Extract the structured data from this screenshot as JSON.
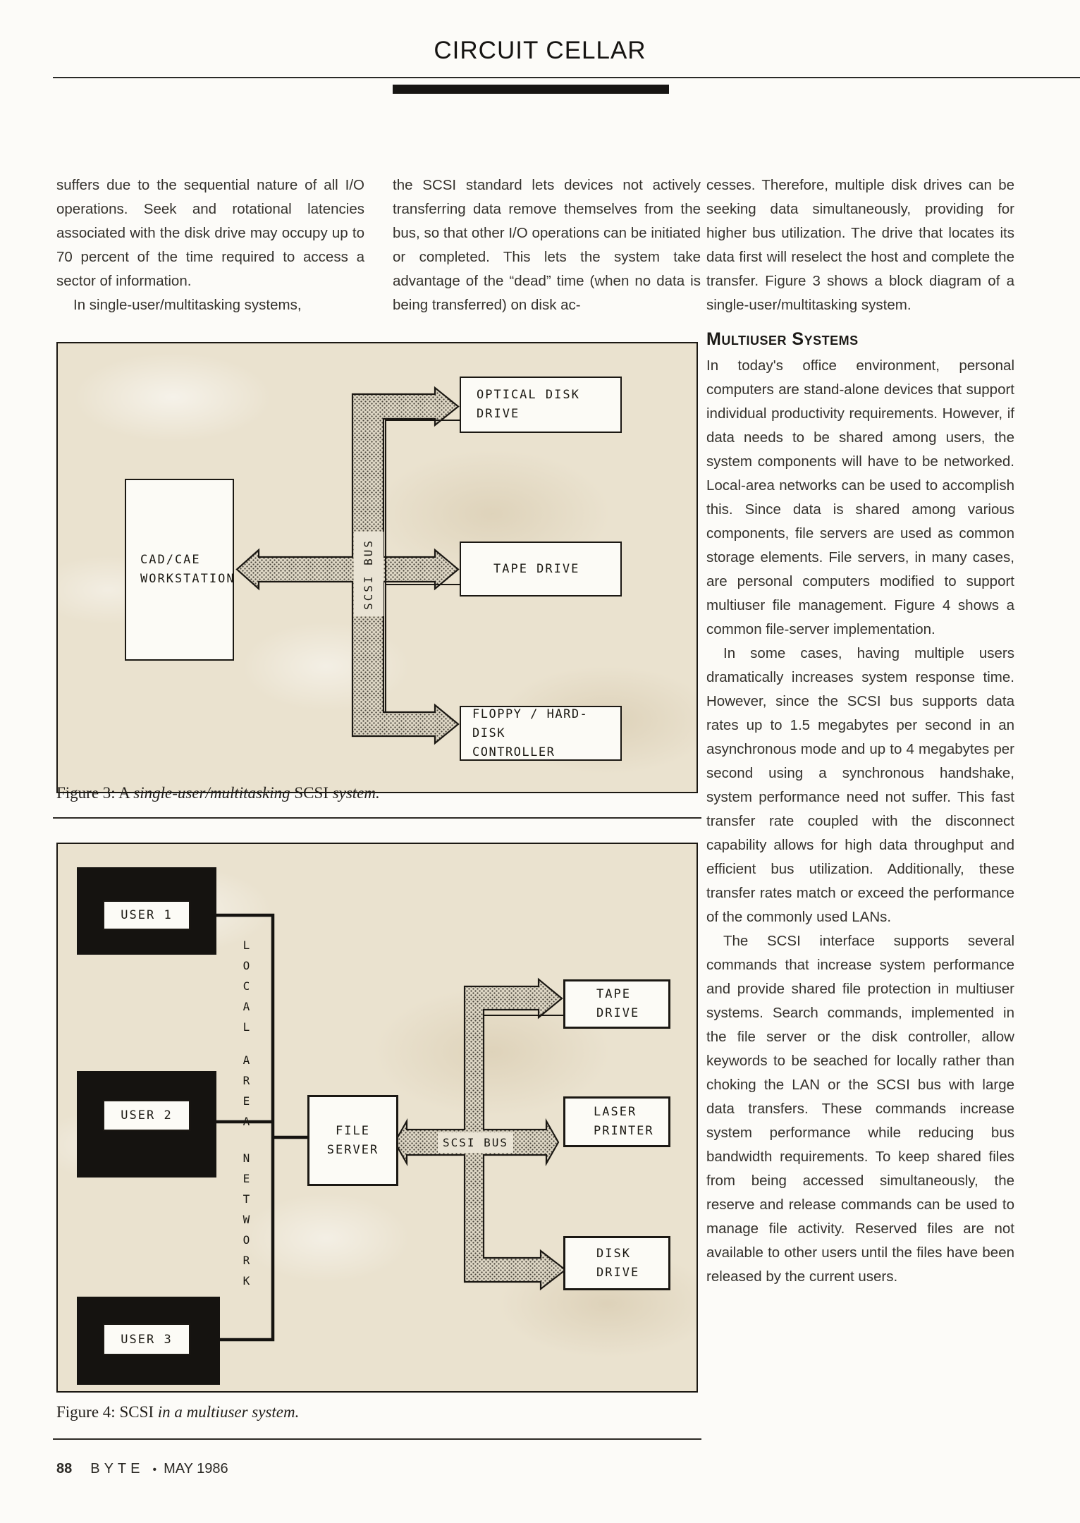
{
  "header": {
    "title": "CIRCUIT CELLAR"
  },
  "columns": {
    "col1": {
      "p1": "suffers due to the sequential nature of all I/O operations. Seek and rotational latencies associated with the disk drive may occupy up to 70 percent of the time required to access a sector of information.",
      "p2": "In single-user/multitasking systems,"
    },
    "col2": {
      "p1": "the SCSI standard lets devices not actively transferring data remove themselves from the bus, so that other I/O operations can be initiated or completed. This lets the system take advantage of the “dead” time (when no data is being transferred) on disk ac-"
    },
    "col3": {
      "p1": "cesses. Therefore, multiple disk drives can be seeking data simultaneously, providing for higher bus utilization. The drive that locates its data first will reselect the host and complete the transfer. Figure 3 shows a block diagram of a single-user/multitasking system.",
      "heading": "Multiuser Systems",
      "p2": "In today's office environment, personal computers are stand-alone devices that support individual productivity requirements. However, if data needs to be shared among users, the system components will have to be networked. Local-area networks can be used to accomplish this. Since data is shared among various components, file servers are used as common storage elements. File servers, in many cases, are personal computers modified to support multiuser file management. Figure 4 shows a common file-server implementation.",
      "p3": "In some cases, having multiple users dramatically increases system response time. However, since the SCSI bus supports data rates up to 1.5 megabytes per second in an asynchronous mode and up to 4 megabytes per second using a synchronous handshake, system performance need not suffer. This fast transfer rate coupled with the disconnect capability allows for high data throughput and efficient bus utilization. Additionally, these transfer rates match or exceed the performance of the commonly used LANs.",
      "p4": "The SCSI interface supports several commands that increase system performance and provide shared file protection in multiuser systems. Search commands, implemented in the file server or the disk controller, allow keywords to be seached for locally rather than choking the LAN or the SCSI bus with large data transfers. These commands increase system performance while reducing bus bandwidth requirements. To keep shared files from being accessed simultaneously, the reserve and release commands can be used to manage file activity. Reserved files are not available to other users until the files have been released by the current users."
    }
  },
  "figure3": {
    "workstation": [
      "CAD/CAE",
      "WORKSTATION"
    ],
    "optical": [
      "OPTICAL DISK",
      "DRIVE"
    ],
    "tape": "TAPE DRIVE",
    "floppy": [
      "FLOPPY / HARD-DISK",
      "CONTROLLER"
    ],
    "bus_label": "SCSI BUS",
    "caption": {
      "prefix": "Figure 3: A ",
      "italic1": "single-user/multitasking",
      "mid": " SCSI ",
      "italic2": "system."
    }
  },
  "figure4": {
    "users": [
      "USER 1",
      "USER 2",
      "USER 3"
    ],
    "lan": [
      "LOCAL",
      "AREA",
      "NETWORK"
    ],
    "file_server": [
      "FILE",
      "SERVER"
    ],
    "tape": [
      "TAPE",
      "DRIVE"
    ],
    "laser": [
      "LASER",
      "PRINTER"
    ],
    "disk": [
      "DISK",
      "DRIVE"
    ],
    "bus_label": "SCSI BUS",
    "caption": {
      "prefix": "Figure 4: SCSI ",
      "italic": "in a multiuser system."
    }
  },
  "footer": {
    "page_number": "88",
    "magazine": "BYTE",
    "bullet": "•",
    "issue": "MAY 1986"
  },
  "colors": {
    "page_bg": "#fcfbf8",
    "ink": "#35322d",
    "panel_bg": "#eae2cf",
    "bus_fill": "#ddd6c4",
    "bus_dot": "#49443b",
    "black": "#151310"
  }
}
